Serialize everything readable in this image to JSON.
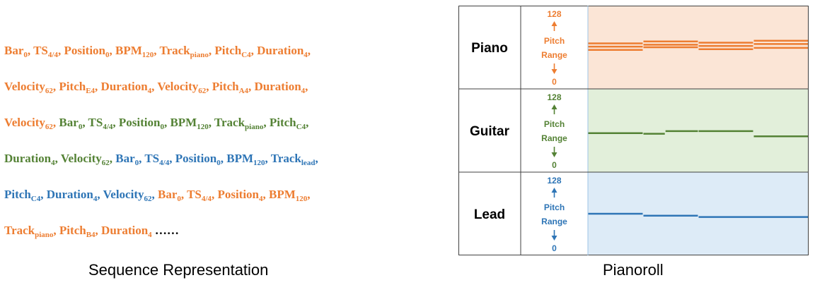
{
  "sequence": {
    "lines": [
      [
        {
          "text": "Bar",
          "sub": "0",
          "sep": ", ",
          "color": "orange"
        },
        {
          "text": "TS",
          "sub": "4/4",
          "sep": ", ",
          "color": "orange"
        },
        {
          "text": "Position",
          "sub": "0",
          "sep": ", ",
          "color": "orange"
        },
        {
          "text": "BPM",
          "sub": "120",
          "sep": ", ",
          "color": "orange"
        },
        {
          "text": "Track",
          "sub": "piano",
          "sep": ", ",
          "color": "orange"
        },
        {
          "text": "Pitch",
          "sub": "C4",
          "sep": ", ",
          "color": "orange"
        },
        {
          "text": "Duration",
          "sub": "4",
          "sep": ",",
          "color": "orange"
        }
      ],
      [
        {
          "text": "Velocity",
          "sub": "62",
          "sep": ", ",
          "color": "orange"
        },
        {
          "text": "Pitch",
          "sub": "E4",
          "sep": ", ",
          "color": "orange"
        },
        {
          "text": "Duration",
          "sub": "4",
          "sep": ", ",
          "color": "orange"
        },
        {
          "text": "Velocity",
          "sub": "62",
          "sep": ", ",
          "color": "orange"
        },
        {
          "text": "Pitch",
          "sub": "A4",
          "sep": ", ",
          "color": "orange"
        },
        {
          "text": "Duration",
          "sub": "4",
          "sep": ",",
          "color": "orange"
        }
      ],
      [
        {
          "text": "Velocity",
          "sub": "62",
          "sep": ", ",
          "color": "orange"
        },
        {
          "text": "Bar",
          "sub": "0",
          "sep": ", ",
          "color": "green"
        },
        {
          "text": "TS",
          "sub": "4/4",
          "sep": ", ",
          "color": "green"
        },
        {
          "text": "Position",
          "sub": "0",
          "sep": ", ",
          "color": "green"
        },
        {
          "text": "BPM",
          "sub": "120",
          "sep": ", ",
          "color": "green"
        },
        {
          "text": "Track",
          "sub": "piano",
          "sep": ", ",
          "color": "green"
        },
        {
          "text": "Pitch",
          "sub": "C4",
          "sep": ",",
          "color": "green"
        }
      ],
      [
        {
          "text": "Duration",
          "sub": "4",
          "sep": ", ",
          "color": "green"
        },
        {
          "text": "Velocity",
          "sub": "62",
          "sep": ", ",
          "color": "green"
        },
        {
          "text": "Bar",
          "sub": "0",
          "sep": ", ",
          "color": "blue"
        },
        {
          "text": "TS",
          "sub": "4/4",
          "sep": ", ",
          "color": "blue"
        },
        {
          "text": "Position",
          "sub": "0",
          "sep": ", ",
          "color": "blue"
        },
        {
          "text": "BPM",
          "sub": "120",
          "sep": ", ",
          "color": "blue"
        },
        {
          "text": "Track",
          "sub": "lead",
          "sep": ",",
          "color": "blue"
        }
      ],
      [
        {
          "text": "Pitch",
          "sub": "C4",
          "sep": ", ",
          "color": "blue"
        },
        {
          "text": "Duration",
          "sub": "4",
          "sep": ", ",
          "color": "blue"
        },
        {
          "text": "Velocity",
          "sub": "62",
          "sep": ", ",
          "color": "blue"
        },
        {
          "text": "Bar",
          "sub": "0",
          "sep": ", ",
          "color": "orange"
        },
        {
          "text": "TS",
          "sub": "4/4",
          "sep": ", ",
          "color": "orange"
        },
        {
          "text": "Position",
          "sub": "4",
          "sep": ", ",
          "color": "orange"
        },
        {
          "text": "BPM",
          "sub": "120",
          "sep": ",",
          "color": "orange"
        }
      ],
      [
        {
          "text": "Track",
          "sub": "piano",
          "sep": ", ",
          "color": "orange"
        },
        {
          "text": "Pitch",
          "sub": "B4",
          "sep": ", ",
          "color": "orange"
        },
        {
          "text": "Duration",
          "sub": "4",
          "sep": " ",
          "color": "orange"
        },
        {
          "text": "……",
          "sub": "",
          "sep": "",
          "color": "black"
        }
      ]
    ],
    "caption": "Sequence Representation"
  },
  "pianoroll": {
    "caption": "Pianoroll",
    "colors": {
      "orange": "#ED7D31",
      "green": "#548235",
      "blue": "#2E75B6",
      "black": "#000000",
      "piano_bg": "#FBE5D6",
      "guitar_bg": "#E2EFDA",
      "lead_bg": "#DDEBF7"
    },
    "tracks": [
      {
        "name": "Piano",
        "color": "orange",
        "bg": "piano_bg",
        "range_max": "128",
        "range_label_1": "Pitch",
        "range_label_2": "Range",
        "range_min": "0",
        "notes": [
          {
            "start": 0,
            "end": 1,
            "pitches": [
              70,
              65,
              60
            ]
          },
          {
            "start": 1,
            "end": 2,
            "pitches": [
              73,
              68,
              64
            ]
          },
          {
            "start": 2,
            "end": 3,
            "pitches": [
              71,
              66,
              61
            ]
          },
          {
            "start": 3,
            "end": 4,
            "pitches": [
              74,
              69,
              63
            ]
          }
        ]
      },
      {
        "name": "Guitar",
        "color": "green",
        "bg": "guitar_bg",
        "range_max": "128",
        "range_label_1": "Pitch",
        "range_label_2": "Range",
        "range_min": "0",
        "notes": [
          {
            "start": 0,
            "end": 1,
            "pitches": [
              60
            ]
          },
          {
            "start": 1,
            "end": 1.4,
            "pitches": [
              59
            ]
          },
          {
            "start": 1.4,
            "end": 2,
            "pitches": [
              63
            ]
          },
          {
            "start": 2,
            "end": 3,
            "pitches": [
              63
            ]
          },
          {
            "start": 3,
            "end": 4,
            "pitches": [
              55
            ]
          }
        ]
      },
      {
        "name": "Lead",
        "color": "blue",
        "bg": "lead_bg",
        "range_max": "128",
        "range_label_1": "Pitch",
        "range_label_2": "Range",
        "range_min": "0",
        "notes": [
          {
            "start": 0,
            "end": 1,
            "pitches": [
              64
            ]
          },
          {
            "start": 1,
            "end": 2,
            "pitches": [
              61
            ]
          },
          {
            "start": 2,
            "end": 4,
            "pitches": [
              59
            ]
          }
        ]
      }
    ]
  }
}
